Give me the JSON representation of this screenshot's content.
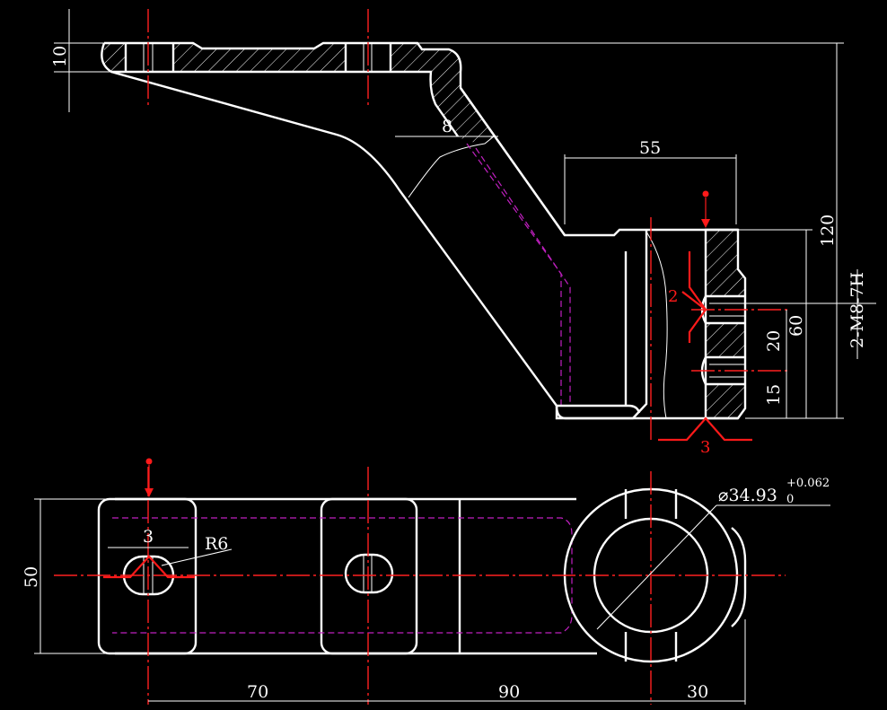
{
  "colors": {
    "background": "#000000",
    "outline": "#ffffff",
    "centerline": "#ff2020",
    "hidden_line": "#c020c0",
    "datum_marker": "#ff1a1a"
  },
  "dimensions": {
    "thickness": "10",
    "rib_width": "8",
    "boss_width": "55",
    "overall_height": "120",
    "bolt_spacing": "60",
    "bolt_offset_20": "20",
    "bolt_offset_15": "15",
    "thread_callout": "2-M8-7H",
    "slot_width": "3",
    "slot_radius": "R6",
    "plan_height": "50",
    "span_70": "70",
    "span_90": "90",
    "span_30": "30",
    "bore_diameter": "⌀34.93",
    "bore_tol_upper": "+0.062",
    "bore_tol_lower": "0"
  },
  "markers": {
    "surface_2": "2",
    "surface_3": "3"
  }
}
